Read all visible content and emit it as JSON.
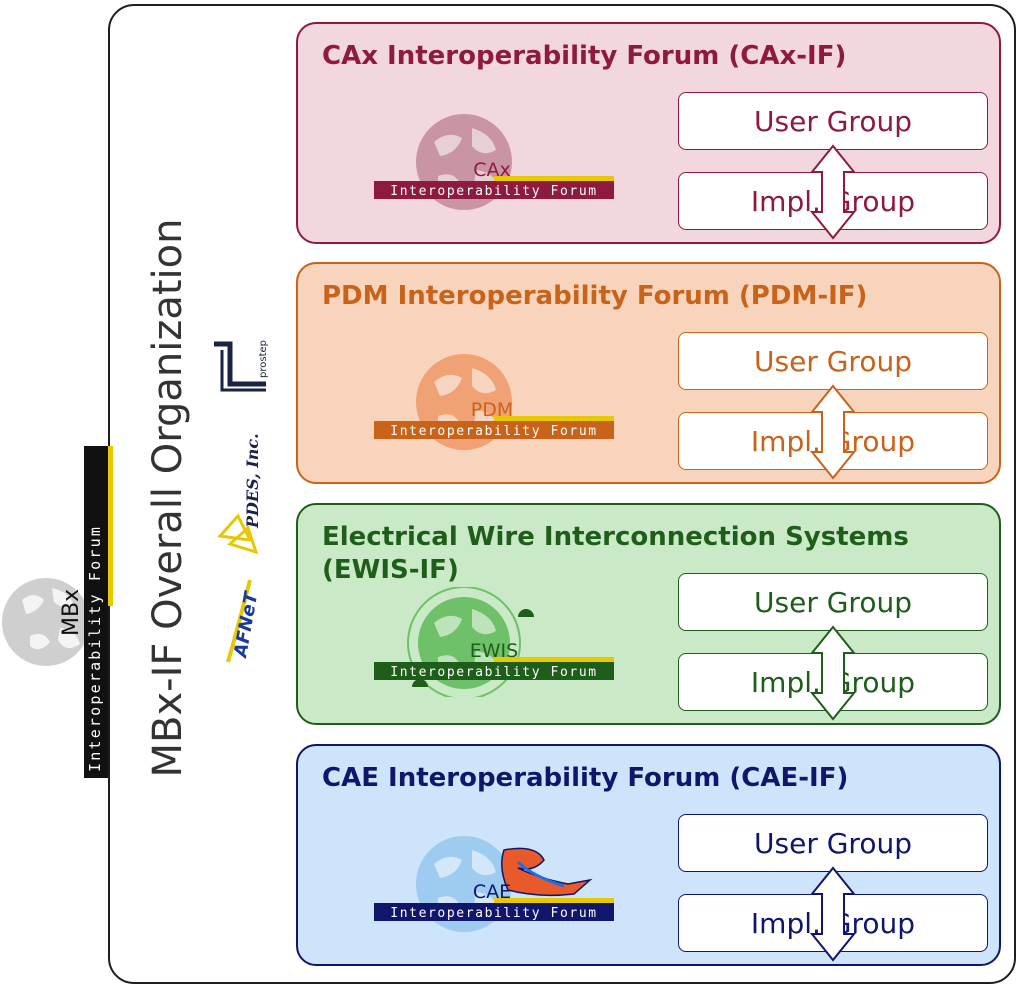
{
  "diagram": {
    "title": "MBx-IF Overall Organization",
    "mbx_logo": {
      "acronym": "MBx",
      "tagline": "Interoperability Forum"
    },
    "sponsor_logos": [
      {
        "text": "prostep ivip"
      },
      {
        "text": "PDES, Inc."
      },
      {
        "text": "AFNeT"
      }
    ],
    "forums": [
      {
        "title": "CAx Interoperability Forum (CAx-IF)",
        "logo_acronym": "CAx",
        "logo_tagline": "Interoperability Forum",
        "user_group_label": "User Group",
        "impl_group_label": "Impl. Group",
        "colors": {
          "fill": "#f2d7df",
          "border": "#8e1b3e",
          "text": "#8e1b3e",
          "globe": "#c994a4",
          "band": "#8e1b3e"
        }
      },
      {
        "title": "PDM Interoperability Forum (PDM-IF)",
        "logo_acronym": "PDM",
        "logo_tagline": "Interoperability Forum",
        "user_group_label": "User Group",
        "impl_group_label": "Impl. Group",
        "colors": {
          "fill": "#f8d4bd",
          "border": "#c9631a",
          "text": "#c9631a",
          "globe": "#f0a274",
          "band": "#c9631a"
        }
      },
      {
        "title": "Electrical Wire Interconnection Systems (EWIS-IF)",
        "logo_acronym": "EWIS",
        "logo_tagline": "Interoperability Forum",
        "user_group_label": "User Group",
        "impl_group_label": "Impl. Group",
        "colors": {
          "fill": "#c9e9c7",
          "border": "#1f5e1a",
          "text": "#1f5e1a",
          "globe": "#6ec168",
          "band": "#1f5e1a"
        }
      },
      {
        "title": "CAE Interoperability Forum (CAE-IF)",
        "logo_acronym": "CAE",
        "logo_tagline": "Interoperability Forum",
        "user_group_label": "User Group",
        "impl_group_label": "Impl. Group",
        "colors": {
          "fill": "#cde4fa",
          "border": "#10166b",
          "text": "#10166b",
          "globe": "#9ecbf0",
          "band": "#10166b"
        }
      }
    ],
    "accent_color": "#e8c800"
  }
}
